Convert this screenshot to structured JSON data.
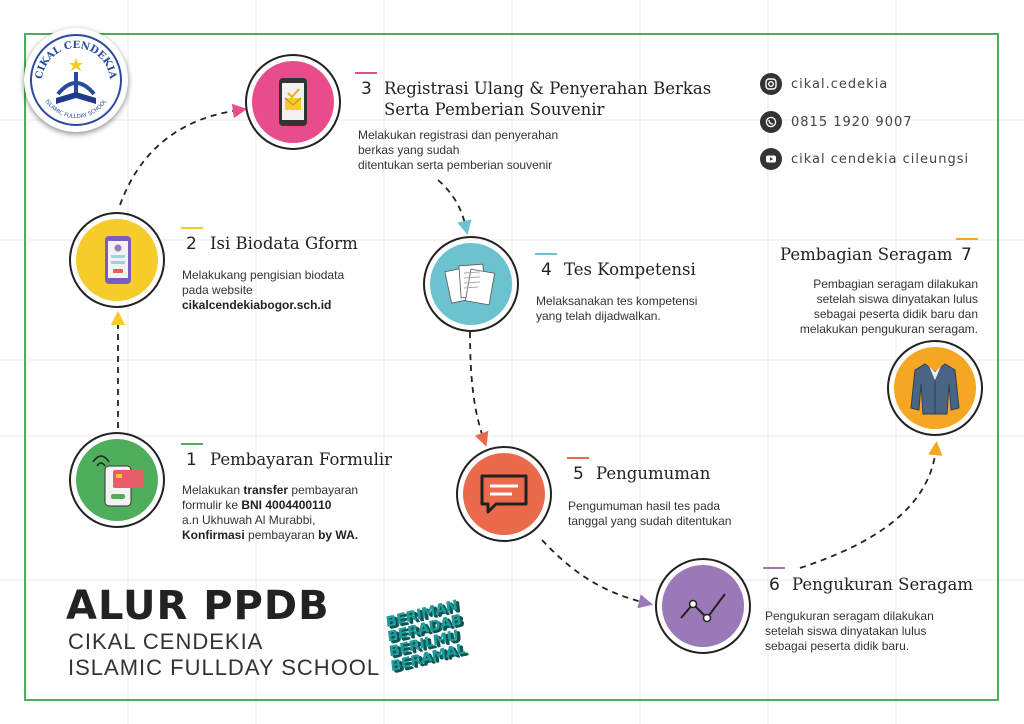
{
  "page": {
    "title": "ALUR PPDB",
    "subtitle_line1": "CIKAL CENDEKIA",
    "subtitle_line2": "ISLAMIC FULLDAY SCHOOL"
  },
  "logo": {
    "top_text": "CIKAL CENDEKIA",
    "bottom_text": "ISLAMIC FULLDAY SCHOOL"
  },
  "social": [
    {
      "icon": "instagram-icon",
      "text": "cikal.cedekia"
    },
    {
      "icon": "whatsapp-icon",
      "text": "0815 1920 9007"
    },
    {
      "icon": "youtube-icon",
      "text": "cikal cendekia cileungsi"
    }
  ],
  "motto": [
    "BERIMAN",
    "BERADAB",
    "BERILMU",
    "BERAMAL"
  ],
  "colors": {
    "frame": "#4fae5c",
    "step1": "#4fae5c",
    "step2": "#f5cc2a",
    "step3": "#e84c8a",
    "step4": "#6cc3cf",
    "step5": "#ec6a4c",
    "step6": "#9b78b8",
    "step7": "#f5a623"
  },
  "steps": [
    {
      "num": "1",
      "title": "Pembayaran Formulir",
      "icon": "card-payment-phone-icon",
      "desc": {
        "p1": "Melakukan ",
        "b1": "transfer",
        "p2": " pembayaran",
        "p3": "formulir ke ",
        "b2": "BNI 4004400110",
        "p4": "a.n Ukhuwah Al Murabbi,",
        "b3": "Konfirmasi",
        "p5": " pembayaran ",
        "b4": "by WA."
      }
    },
    {
      "num": "2",
      "title": "Isi Biodata Gform",
      "icon": "phone-form-icon",
      "desc": {
        "l1": "Melakukang pengisian biodata",
        "l2": "pada website",
        "b1": "cikalcendekiabogor.sch.id"
      }
    },
    {
      "num": "3",
      "title_l1": "Registrasi Ulang & Penyerahan Berkas",
      "title_l2": "Serta Pemberian Souvenir",
      "icon": "phone-mail-check-icon",
      "desc": {
        "l1": "Melakukan registrasi dan penyerahan",
        "l2": "berkas yang sudah",
        "l3": "ditentukan serta pemberian souvenir"
      }
    },
    {
      "num": "4",
      "title": "Tes Kompetensi",
      "icon": "documents-icon",
      "desc": {
        "l1": "Melaksanakan tes kompetensi",
        "l2": "yang telah dijadwalkan."
      }
    },
    {
      "num": "5",
      "title": "Pengumuman",
      "icon": "chat-bubble-icon",
      "desc": {
        "l1": "Pengumuman hasil tes pada",
        "l2": "tanggal yang sudah ditentukan"
      }
    },
    {
      "num": "6",
      "title": "Pengukuran Seragam",
      "icon": "measurement-graph-icon",
      "desc": {
        "l1": "Pengukuran seragam dilakukan",
        "l2": "setelah siswa dinyatakan lulus",
        "l3": "sebagai peserta didik baru."
      }
    },
    {
      "num": "7",
      "title": "Pembagian Seragam",
      "icon": "jacket-uniform-icon",
      "desc": {
        "l1": "Pembagian seragam dilakukan",
        "l2": "setelah siswa dinyatakan lulus",
        "l3": "sebagai peserta didik baru dan",
        "l4": "melakukan pengukuran seragam."
      }
    }
  ]
}
